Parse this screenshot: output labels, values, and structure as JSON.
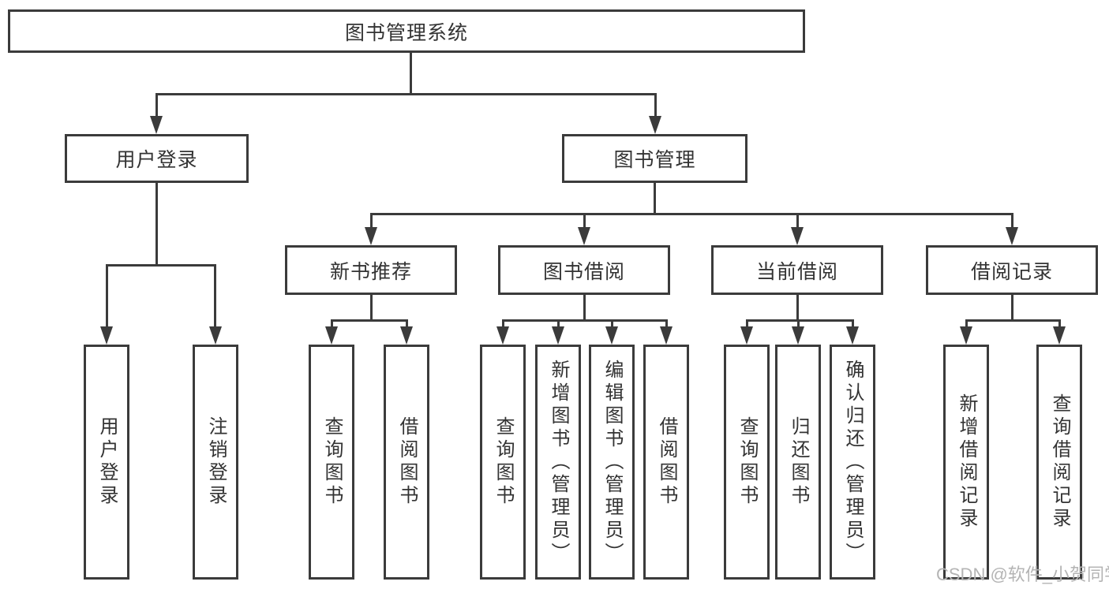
{
  "diagram": {
    "root": "图书管理系统",
    "level2": {
      "user_login": "用户登录",
      "book_mgmt": "图书管理"
    },
    "level3": {
      "new_book": "新书推荐",
      "borrow": "图书借阅",
      "current": "当前借阅",
      "records": "借阅记录"
    },
    "leaves": {
      "user_login": [
        "用户登录",
        "注销登录"
      ],
      "new_book": [
        "查询图书",
        "借阅图书"
      ],
      "borrow": [
        "查询图书",
        "新增图书（管理员）",
        "编辑图书（管理员）",
        "借阅图书"
      ],
      "current": [
        "查询图书",
        "归还图书",
        "确认归还（管理员）"
      ],
      "records": [
        "新增借阅记录",
        "查询借阅记录"
      ]
    }
  },
  "watermark": "CSDN @软件_小贺同学",
  "colors": {
    "line": "#3b3b3b",
    "text": "#333333",
    "watermark": "#b4b4b4",
    "background": "#ffffff"
  }
}
